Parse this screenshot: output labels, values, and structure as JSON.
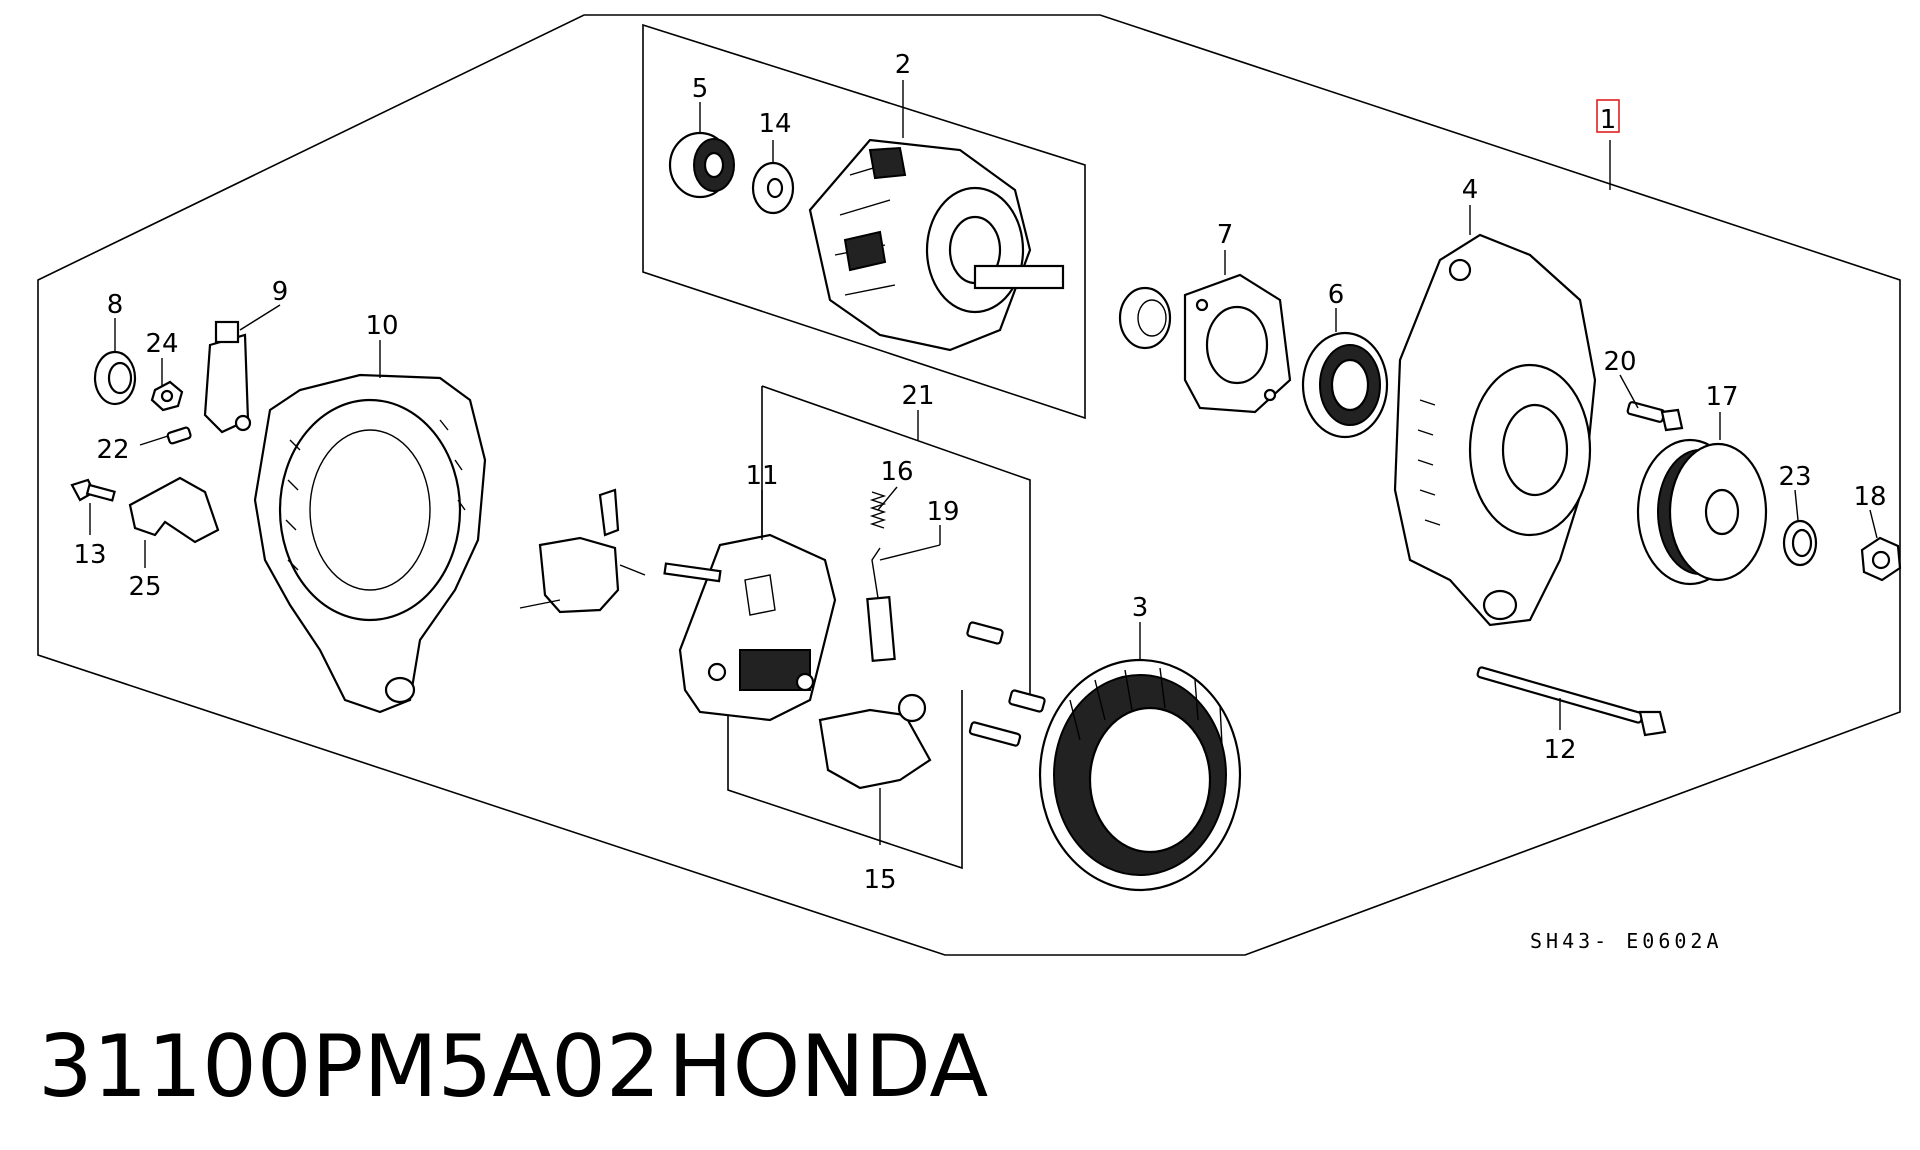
{
  "diagram": {
    "reference_code": "SH43- E0602A",
    "highlighted_callout": "1",
    "highlight_color": "#e02020",
    "callouts": [
      {
        "id": "c1",
        "label": "1"
      },
      {
        "id": "c2",
        "label": "2"
      },
      {
        "id": "c3",
        "label": "3"
      },
      {
        "id": "c4",
        "label": "4"
      },
      {
        "id": "c5",
        "label": "5"
      },
      {
        "id": "c6",
        "label": "6"
      },
      {
        "id": "c7",
        "label": "7"
      },
      {
        "id": "c8",
        "label": "8"
      },
      {
        "id": "c9",
        "label": "9"
      },
      {
        "id": "c10",
        "label": "10"
      },
      {
        "id": "c11",
        "label": "11"
      },
      {
        "id": "c12",
        "label": "12"
      },
      {
        "id": "c13",
        "label": "13"
      },
      {
        "id": "c14",
        "label": "14"
      },
      {
        "id": "c15",
        "label": "15"
      },
      {
        "id": "c16",
        "label": "16"
      },
      {
        "id": "c17",
        "label": "17"
      },
      {
        "id": "c18",
        "label": "18"
      },
      {
        "id": "c19",
        "label": "19"
      },
      {
        "id": "c20",
        "label": "20"
      },
      {
        "id": "c21",
        "label": "21"
      },
      {
        "id": "c22",
        "label": "22"
      },
      {
        "id": "c23",
        "label": "23"
      },
      {
        "id": "c24",
        "label": "24"
      },
      {
        "id": "c25",
        "label": "25"
      }
    ]
  },
  "footer": {
    "part_number": "31100PM5A02",
    "brand": "HONDA"
  }
}
